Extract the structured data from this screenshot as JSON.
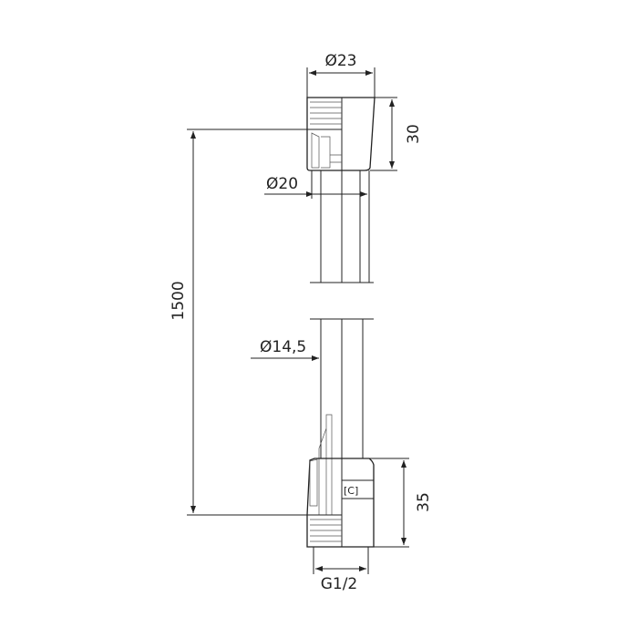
{
  "dimensions": {
    "nut_diameter": "Ø23",
    "nut_height": "30",
    "hose_outer_diameter": "Ø20",
    "hose_length": "1500",
    "hose_inner_diameter": "Ø14,5",
    "bottom_nut_height": "35",
    "thread": "G1/2"
  },
  "colors": {
    "line": "#222222",
    "background": "#ffffff"
  }
}
